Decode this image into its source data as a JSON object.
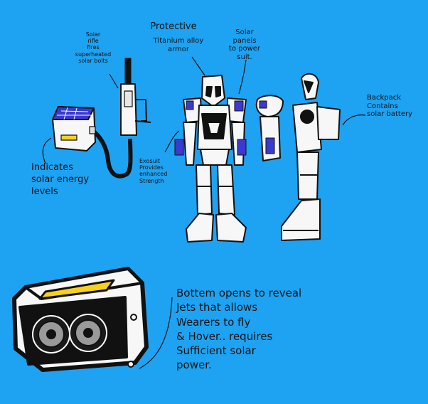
{
  "labels": {
    "rifle": "Solar\nrifle\nfires\nsuperheated\nsolar bolts",
    "protective_title": "Protective",
    "protective_desc": "Titanium alloy\narmor",
    "panels": "Solar\npanels\nto power\nsuit.",
    "backpack": "Backpack\nContains\nsolar battery",
    "indicates": "Indicates\nsolar energy\nlevels",
    "exosuit": "Exosuit\nProvides\nenhanced\nStrength",
    "bottom": "Bottem opens to reveal\nJets that allows\nWearers to fly\n& Hover.. requires\nSufficient solar\npower."
  },
  "colors": {
    "background": "#1ea2f2",
    "ink": "#111111",
    "suit_white": "#f7f7f7",
    "panel_blue": "#3a3ad0",
    "indicator_yellow": "#f7d21c",
    "jet_grey": "#9a9a9a"
  }
}
